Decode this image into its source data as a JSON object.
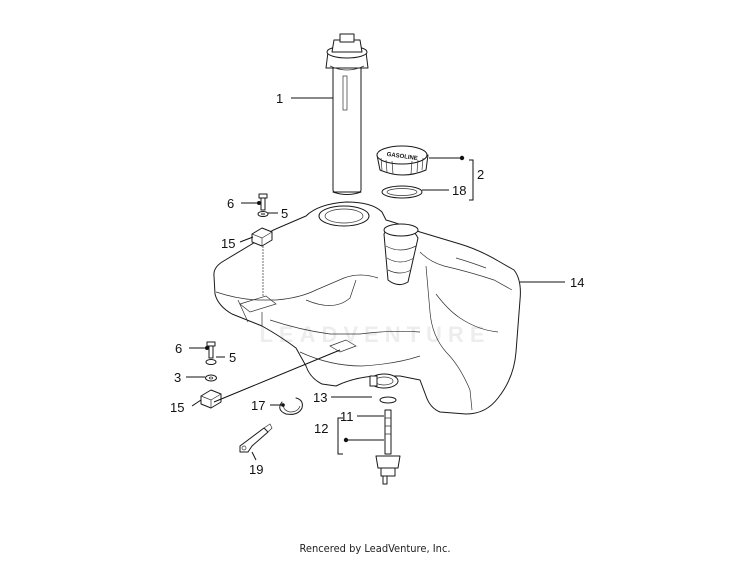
{
  "diagram": {
    "labels": [
      {
        "id": "callout-1",
        "text": "1"
      },
      {
        "id": "callout-2",
        "text": "2"
      },
      {
        "id": "callout-18",
        "text": "18"
      },
      {
        "id": "callout-6a",
        "text": "6"
      },
      {
        "id": "callout-5a",
        "text": "5"
      },
      {
        "id": "callout-15a",
        "text": "15"
      },
      {
        "id": "callout-14",
        "text": "14"
      },
      {
        "id": "callout-6b",
        "text": "6"
      },
      {
        "id": "callout-5b",
        "text": "5"
      },
      {
        "id": "callout-3",
        "text": "3"
      },
      {
        "id": "callout-15b",
        "text": "15"
      },
      {
        "id": "callout-17",
        "text": "17"
      },
      {
        "id": "callout-13",
        "text": "13"
      },
      {
        "id": "callout-11",
        "text": "11"
      },
      {
        "id": "callout-12",
        "text": "12"
      },
      {
        "id": "callout-19",
        "text": "19"
      }
    ],
    "cap_text": "GASOLINE",
    "watermark": "LEADVENTURE"
  },
  "footer": {
    "text": "Rencered by LeadVenture, Inc."
  }
}
